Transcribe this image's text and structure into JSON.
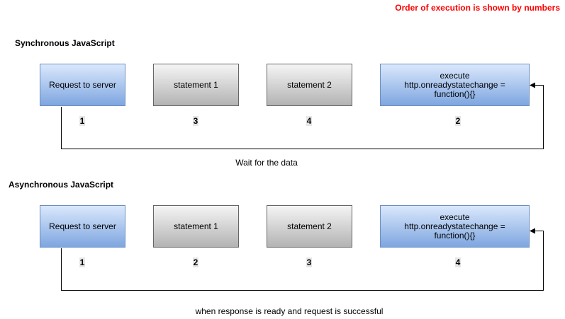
{
  "note": "Order of execution is shown by numbers",
  "sections": [
    {
      "title": "Synchronous JavaScript",
      "boxes": [
        {
          "label": "Request to server",
          "style": "blue",
          "order": "1"
        },
        {
          "label": "statement 1",
          "style": "gray",
          "order": "3"
        },
        {
          "label": "statement 2",
          "style": "gray",
          "order": "4"
        },
        {
          "label": "execute\nhttp.onreadystatechange =\nfunction(){}",
          "style": "blue",
          "order": "2"
        }
      ],
      "caption": "Wait for the data"
    },
    {
      "title": "Asynchronous JavaScript",
      "boxes": [
        {
          "label": "Request to server",
          "style": "blue",
          "order": "1"
        },
        {
          "label": "statement 1",
          "style": "gray",
          "order": "2"
        },
        {
          "label": "statement 2",
          "style": "gray",
          "order": "3"
        },
        {
          "label": "execute\nhttp.onreadystatechange =\nfunction(){}",
          "style": "blue",
          "order": "4"
        }
      ],
      "caption": "when response is ready and request is successful"
    }
  ],
  "colors": {
    "note": "#ff0000",
    "blue_fill_top": "#dae8fc",
    "blue_fill_bottom": "#7ea6e0",
    "blue_stroke": "#6c8ebf",
    "gray_fill_top": "#f5f5f5",
    "gray_fill_bottom": "#b3b3b3",
    "gray_stroke": "#666666"
  }
}
